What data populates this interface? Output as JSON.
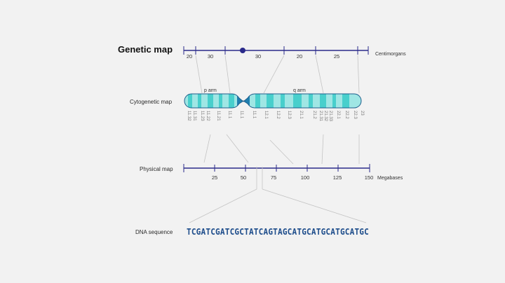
{
  "genetic_map": {
    "title": "Genetic map",
    "unit": "Centimorgans",
    "labels": [
      "20",
      "30",
      "30",
      "20",
      "25"
    ],
    "accent": "#2a2a8a"
  },
  "cytogenetic_map": {
    "label": "Cytogenetic map",
    "p_arm": "p arm",
    "q_arm": "q arm",
    "bands": [
      "11.32",
      "11.31",
      "11.23",
      "11.22",
      "11.21",
      "11.1",
      "11.1",
      "11.1",
      "12.1",
      "12.2",
      "12.3",
      "21.1",
      "21.2",
      "21.31",
      "21.32",
      "21.33",
      "22.1",
      "22.2",
      "22.3",
      "23"
    ],
    "colors": {
      "light": "#9fe6e4",
      "dark": "#48cfcc",
      "outline": "#1e5f8c"
    }
  },
  "physical_map": {
    "label": "Physical map",
    "unit": "Megabases",
    "ticks": [
      "25",
      "50",
      "75",
      "100",
      "125",
      "150"
    ]
  },
  "dna_sequence": {
    "label": "DNA sequence",
    "sequence": "TCGATCGATCGCTATCAGTAGCATGCATGCATGCATGC",
    "color": "#1f4e8c"
  }
}
